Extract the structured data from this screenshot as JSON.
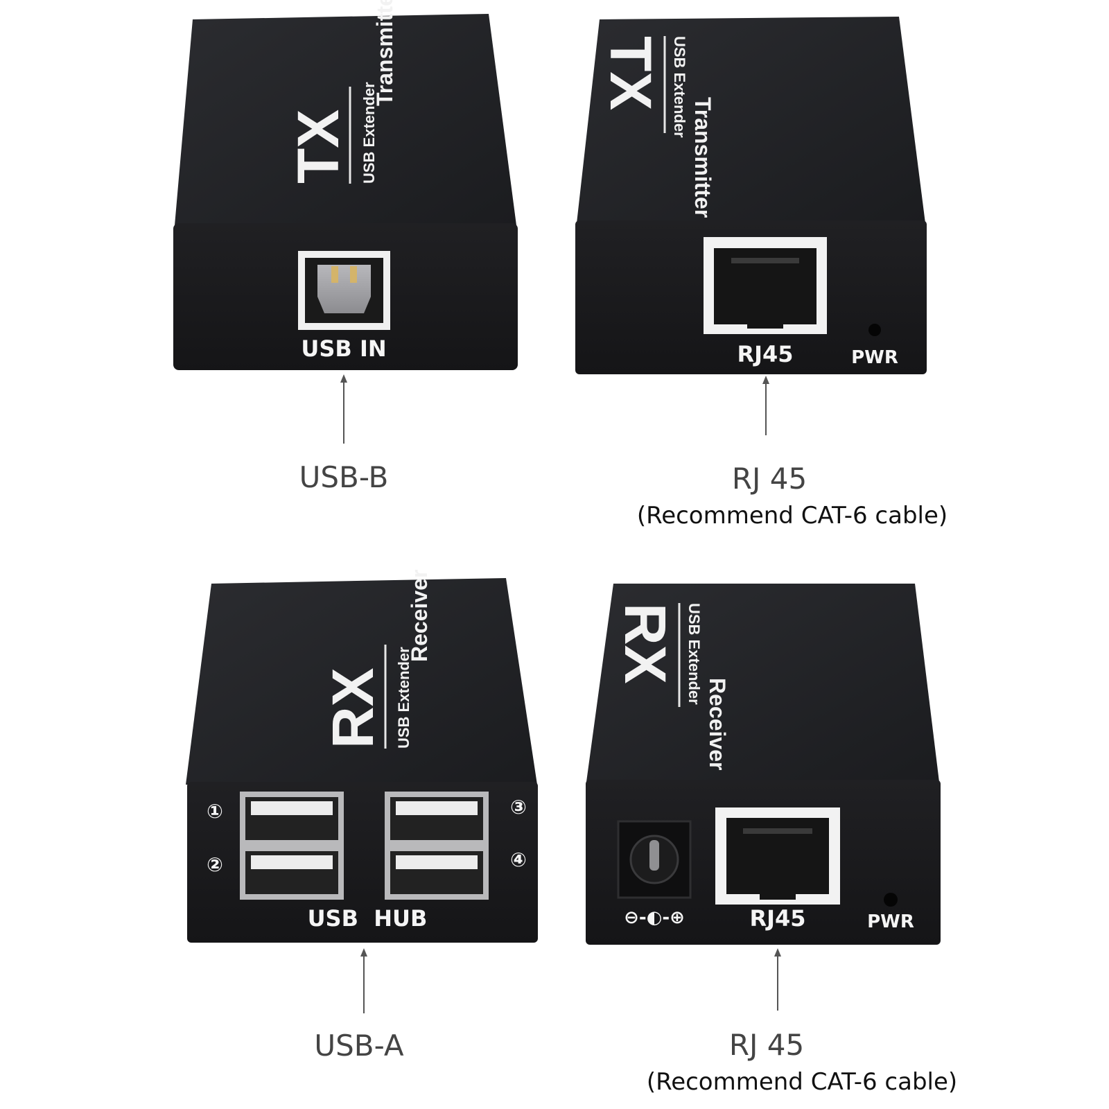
{
  "units": {
    "tx_usb": {
      "top_big": "TX",
      "top_small": "USB Extender",
      "top_role": "Transmitter",
      "port_label": "USB IN",
      "callout": "USB-B"
    },
    "tx_rj45": {
      "top_big": "TX",
      "top_small": "USB Extender",
      "top_role": "Transmitter",
      "port_label": "RJ45",
      "pwr_label": "PWR",
      "callout": "RJ 45",
      "note": "(Recommend CAT-6 cable)"
    },
    "rx_usb": {
      "top_big": "RX",
      "top_small": "USB Extender",
      "top_role": "Receiver",
      "port_label": "USB  HUB",
      "port_numbers": [
        "①",
        "②",
        "③",
        "④"
      ],
      "callout": "USB-A"
    },
    "rx_rj45": {
      "top_big": "RX",
      "top_small": "USB Extender",
      "top_role": "Receiver",
      "power_symbol": "⊖-◐-⊕",
      "port_label": "RJ45",
      "pwr_label": "PWR",
      "callout": "RJ 45",
      "note": "(Recommend CAT-6 cable)"
    }
  },
  "colors": {
    "body": "#1d1d20",
    "body_top": "#25262a",
    "panel": "#1a1a1c",
    "label": "#f2f2f2",
    "callout": "#444444"
  }
}
